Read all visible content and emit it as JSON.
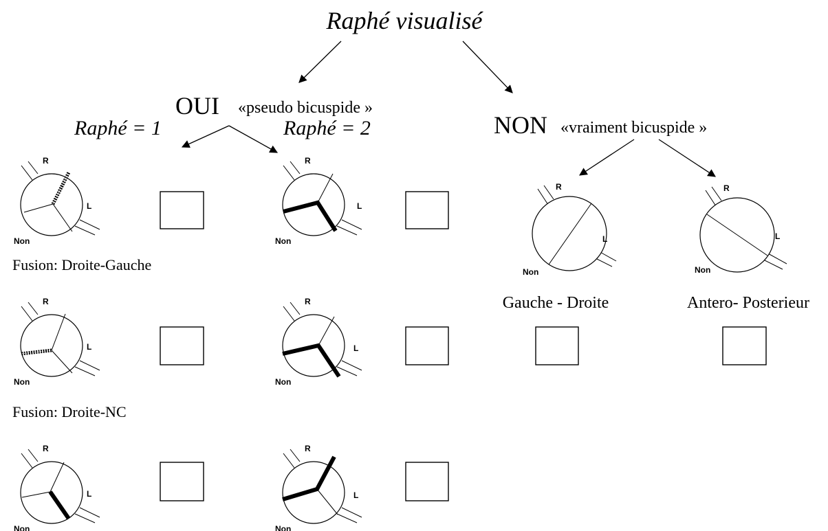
{
  "diagram": {
    "title": "Raphé visualisé",
    "oui_word": "OUI",
    "oui_desc": "«pseudo bicuspide »",
    "non_word": "NON",
    "non_desc": "«vraiment bicuspide »",
    "raphe1": "Raphé = 1",
    "raphe2": "Raphé = 2",
    "fusion_rl": "Fusion: Droite-Gauche",
    "fusion_rnc": "Fusion: Droite-NC",
    "gauche_droite": "Gauche - Droite",
    "antero_posterieur": "Antero- Posterieur",
    "valve_labels": {
      "right": "R",
      "left": "L",
      "noncoronary": "Non"
    }
  }
}
